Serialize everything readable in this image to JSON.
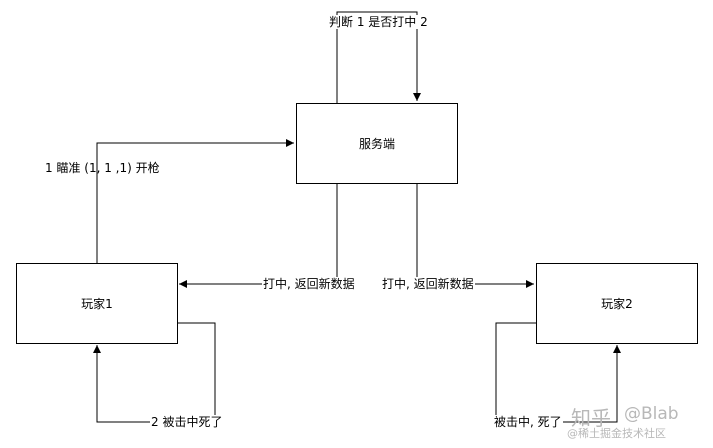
{
  "nodes": {
    "server": "服务端",
    "player1": "玩家1",
    "player2": "玩家2"
  },
  "edges": {
    "aim_fire": "1 瞄准 (1, 1 ,1) 开枪",
    "judge_hit": "判断 1 是否打中 2",
    "hit_return_left": "打中, 返回新数据",
    "hit_return_right": "打中, 返回新数据",
    "p1_self": "2 被击中死了",
    "p2_self": "被击中, 死了"
  },
  "watermark": {
    "brand": "知乎",
    "handle": "@Blab",
    "sub": "@稀土掘金技术社区"
  },
  "colors": {
    "line": "#000000",
    "watermark": "#b8b8b8"
  }
}
